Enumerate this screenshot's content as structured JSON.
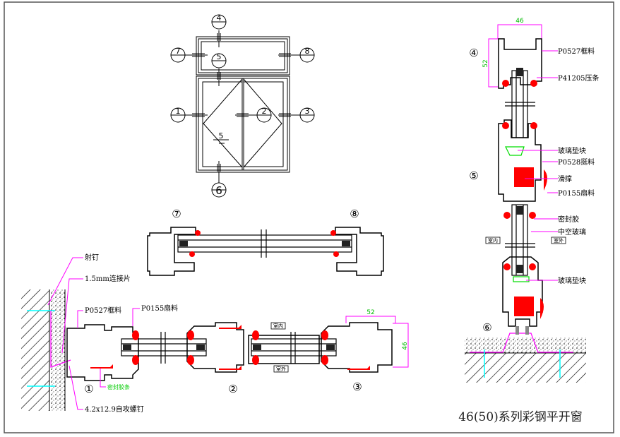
{
  "title": "46(50)系列彩钢平开窗",
  "colors": {
    "line": "#000000",
    "leader": "#ff00ff",
    "dimension": "#ff00ff",
    "dimension_text": "#00bb00",
    "seal": "#ff0000",
    "glass_block": "#00dd00",
    "anchor": "#00ffff"
  },
  "elevation": {
    "section_markers": [
      "4",
      "5",
      "7",
      "8",
      "1",
      "2",
      "3",
      "5",
      "6"
    ]
  },
  "sections": {
    "s1": "①",
    "s2": "②",
    "s3": "③",
    "s4": "④",
    "s5": "⑤",
    "s6": "⑥",
    "s7": "⑦",
    "s8": "⑧"
  },
  "horizontal_section": {
    "labels": {
      "nail": "射钉",
      "connector": "1.5mm连接片",
      "frame": "P0527框料",
      "sash": "P0155扇料",
      "seal_strip": "密封胶条",
      "screw": "4.2x12.9自攻螺钉"
    },
    "tags": {
      "inside": "室内",
      "outside": "室外"
    },
    "dimensions": {
      "width": "52",
      "height": "46"
    }
  },
  "vertical_section": {
    "labels": {
      "frame": "P0527框料",
      "bead": "P41205压条",
      "glass_block_1": "玻璃垫块",
      "mullion": "P0528挺料",
      "stay": "滑撑",
      "sash": "P0155扇料",
      "sealant": "密封胶",
      "hollow_glass": "中空玻璃",
      "glass_block_2": "玻璃垫块"
    },
    "tags": {
      "inside": "室内",
      "outside": "室外"
    },
    "dimensions": {
      "width": "46",
      "height": "52"
    }
  }
}
